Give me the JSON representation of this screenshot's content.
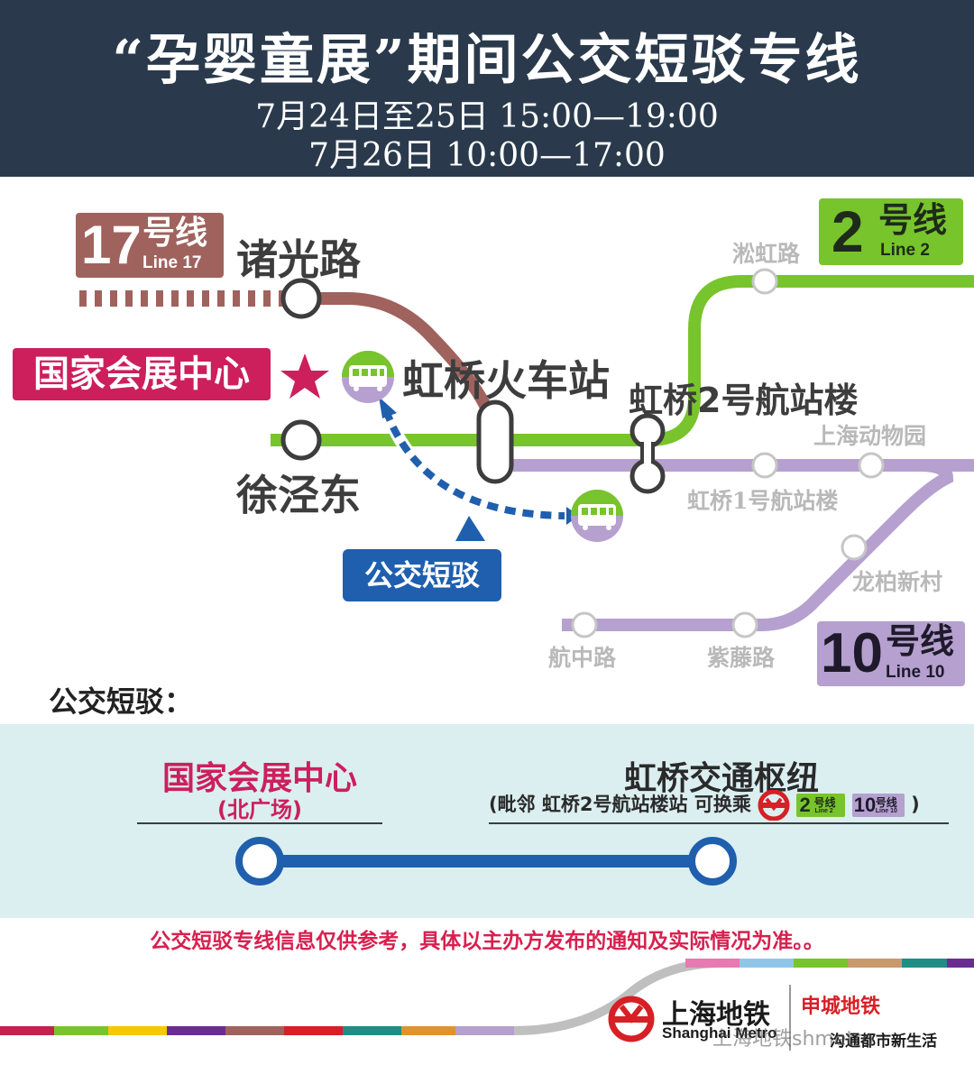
{
  "header": {
    "title": "“孕婴童展”期间公交短驳专线",
    "date_line1": "7月24日至25日 15:00—19:00",
    "date_line2": "7月26日 10:00—17:00"
  },
  "lines": {
    "line17": {
      "number": "17",
      "label": "号线",
      "english": "Line 17",
      "color": "#a0625d"
    },
    "line2": {
      "number": "2",
      "label": "号线",
      "english": "Line 2",
      "color": "#78c42c"
    },
    "line10": {
      "number": "10",
      "label": "号线",
      "english": "Line 10",
      "color": "#b5a0cf"
    }
  },
  "stations": {
    "zhuguanglu": "诸光路",
    "hongqiao_railway": "虹桥火车站",
    "xujingdong": "徐泾东",
    "hongqiao_t2": "虹桥2号航站楼",
    "songhonglu": "淞虹路",
    "shanghai_zoo": "上海动物园",
    "hongqiao_t1": "虹桥1号航站楼",
    "longbaixincun": "龙柏新村",
    "hangzhonglu": "航中路",
    "ziteng_lu": "紫藤路"
  },
  "map": {
    "nec_label": "国家会展中心",
    "shuttle_label": "公交短驳",
    "colors": {
      "nec": "#cc1f5c",
      "shuttle": "#1f5fae",
      "metro_red": "#d71f26"
    }
  },
  "shuttle_route": {
    "heading": "公交短驳：",
    "origin_name": "国家会展中心",
    "origin_sub": "(北广场)",
    "dest_name": "虹桥交通枢纽",
    "dest_note": "(毗邻 虹桥2号航站楼站 可换乘",
    "dest_note_close": ")",
    "badge_line2_num": "2",
    "badge_line2_label": "号线",
    "badge_line2_en": "Line 2",
    "badge_line10_num": "10",
    "badge_line10_label": "号线",
    "badge_line10_en": "Line 10"
  },
  "footer": {
    "notice": "公交短驳专线信息仅供参考，具体以主办方发布的通知及实际情况为准。。",
    "logo_cn": "上海地铁",
    "logo_en": "Shanghai Metro",
    "slogan_top": "申城地铁",
    "slogan_bottom": "沟通都市新生活",
    "watermark": "上海地铁shmetro"
  }
}
